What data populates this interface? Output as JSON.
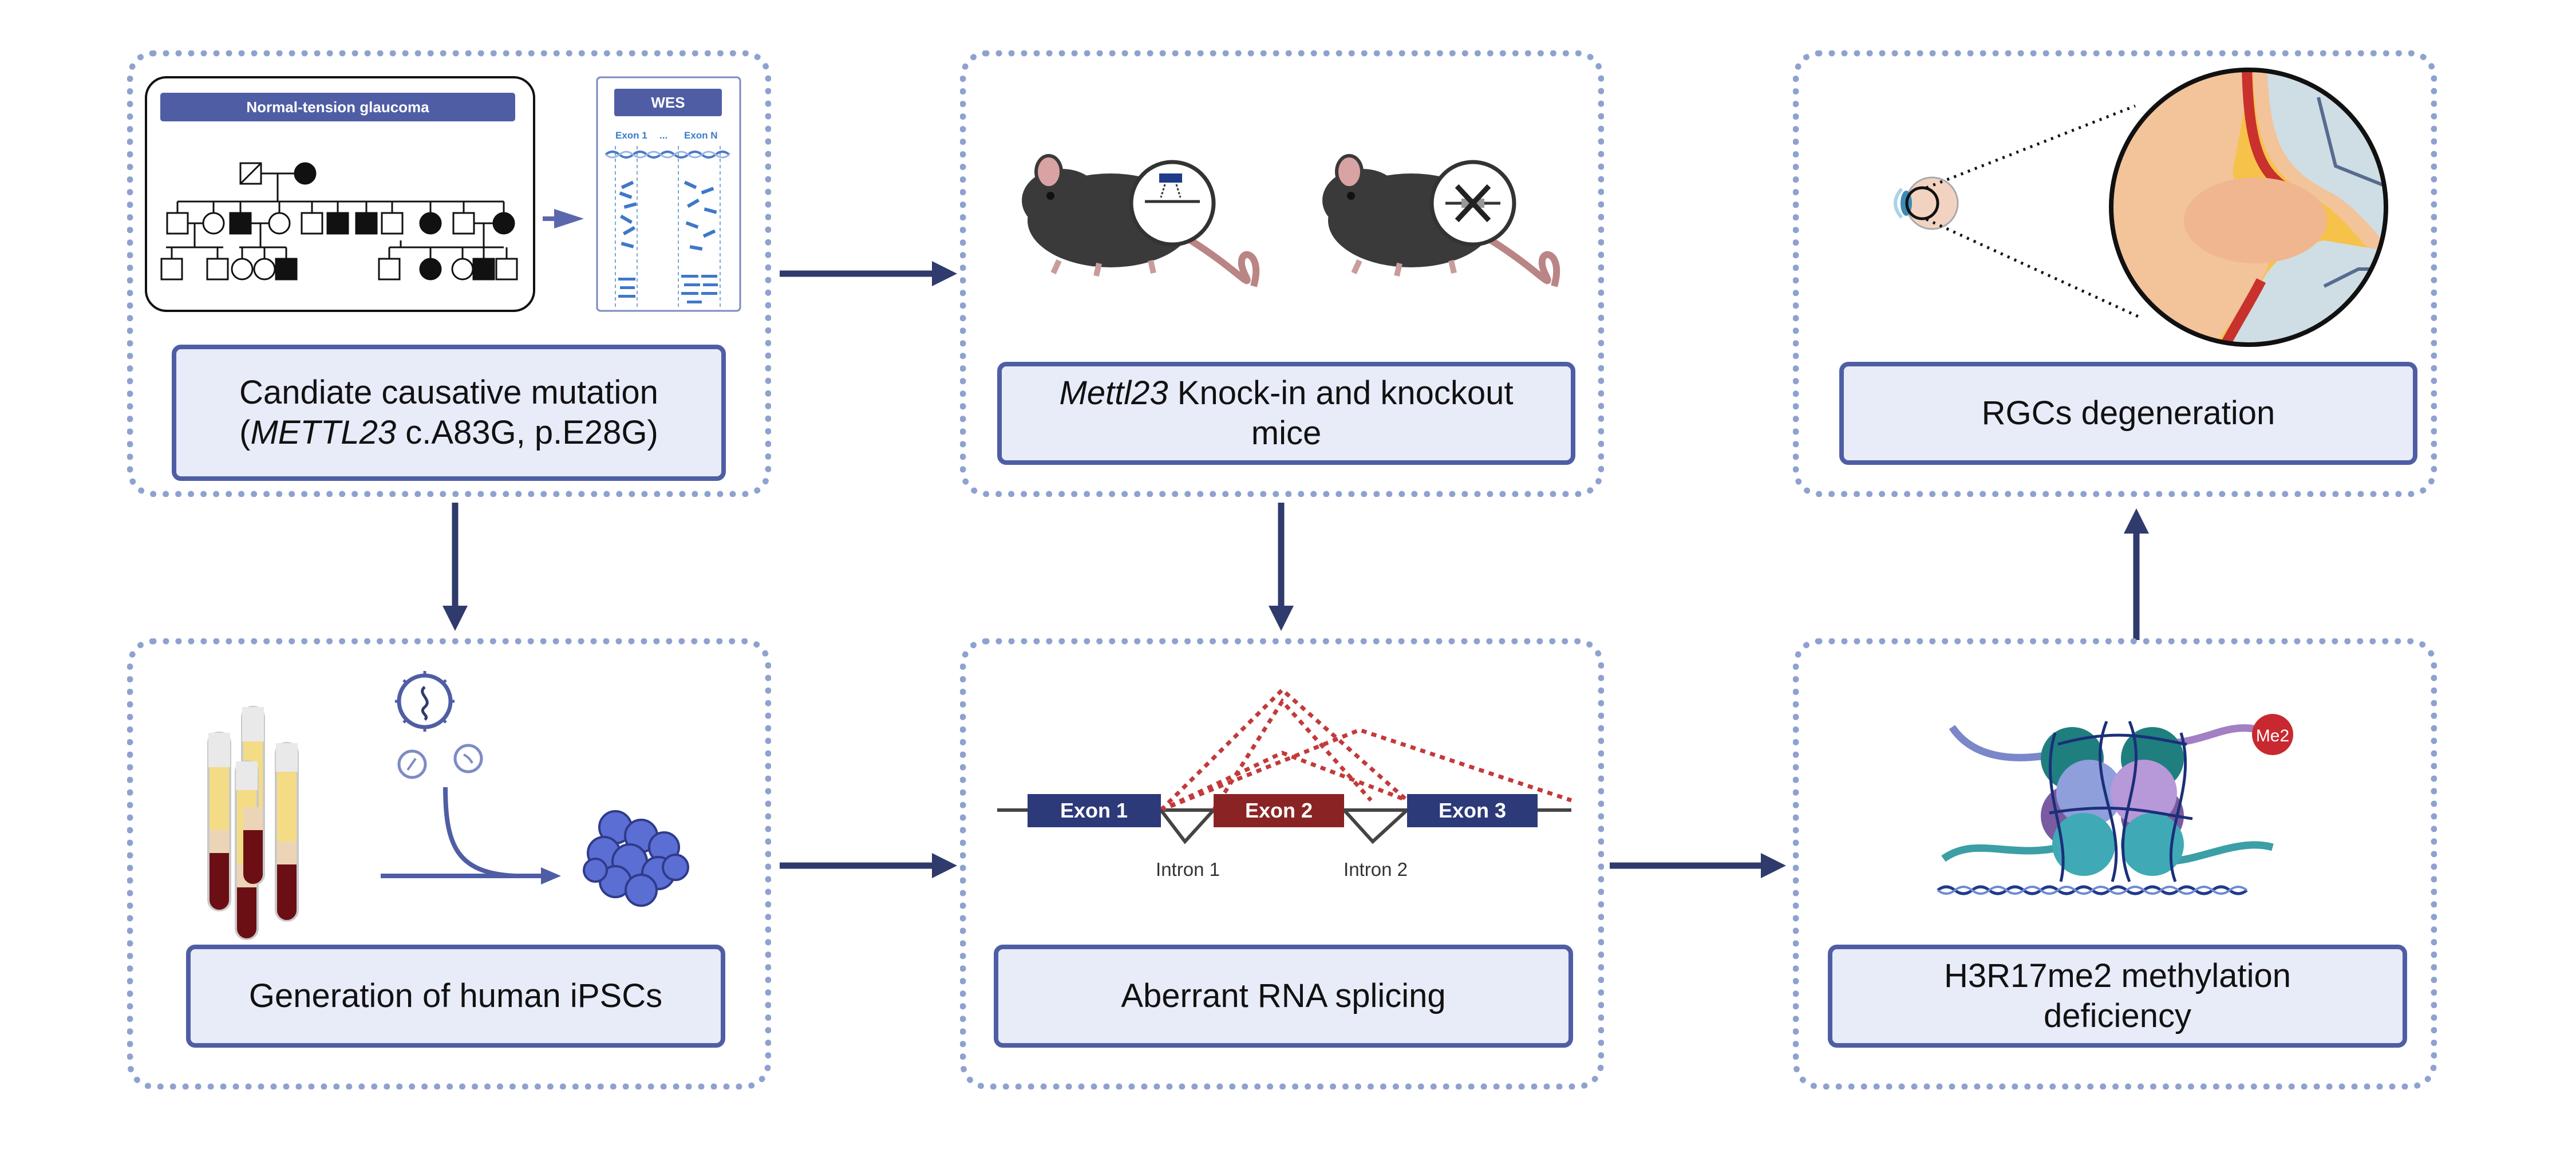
{
  "pedigree": {
    "title": "Normal-tension glaucoma"
  },
  "wes": {
    "title": "WES",
    "exon_first": "Exon 1",
    "ellipsis": "...",
    "exon_last": "Exon N"
  },
  "captions": {
    "mutation": {
      "line1": "Candiate causative mutation",
      "open": "(",
      "gene": "METTL23",
      "rest": " c.A83G, p.E28G)"
    },
    "mice": {
      "gene": "Mettl23",
      "line1_rest": " Knock-in and knockout",
      "line2": "mice"
    },
    "rgc": "RGCs degeneration",
    "ipsc": "Generation of human iPSCs",
    "splicing": "Aberrant RNA splicing",
    "methylation": {
      "line1": "H3R17me2 methylation",
      "line2": "deficiency"
    }
  },
  "splicing": {
    "exon1": "Exon 1",
    "exon2": "Exon 2",
    "exon3": "Exon 3",
    "intron1": "Intron 1",
    "intron2": "Intron 2"
  },
  "histone": {
    "mark": "Me2"
  },
  "colors": {
    "panel_border": "#8ea2cf",
    "caption_border": "#4f5ea4",
    "caption_fill": "#e8ebf8",
    "arrow": "#2f3b6c",
    "exon_blue": "#2c3a7a",
    "exon_red": "#8a2424",
    "splice_dots": "#c23a3a"
  }
}
